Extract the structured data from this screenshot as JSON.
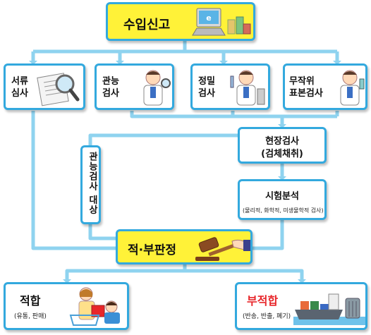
{
  "top": {
    "title": "수입신고"
  },
  "steps": [
    {
      "line1": "서류",
      "line2": "심사"
    },
    {
      "line1": "관능",
      "line2": "검사"
    },
    {
      "line1": "정밀",
      "line2": "검사"
    },
    {
      "line1": "무작위",
      "line2": "표본검사"
    }
  ],
  "field": {
    "line1": "현장검사",
    "line2": "(검체채취)"
  },
  "lab": {
    "title": "시험분석",
    "sub": "(물리적, 화학적, 미생물학적 검사)"
  },
  "side": {
    "label": "관능검사 대상"
  },
  "judge": {
    "title": "적·부판정"
  },
  "pass": {
    "title": "적합",
    "sub": "(유통, 판매)"
  },
  "fail": {
    "title": "부적합",
    "sub": "(반송, 반출, 폐기)"
  },
  "colors": {
    "accent": "#33a9de",
    "highlight": "#fff238",
    "fail_text": "#e8262a"
  }
}
